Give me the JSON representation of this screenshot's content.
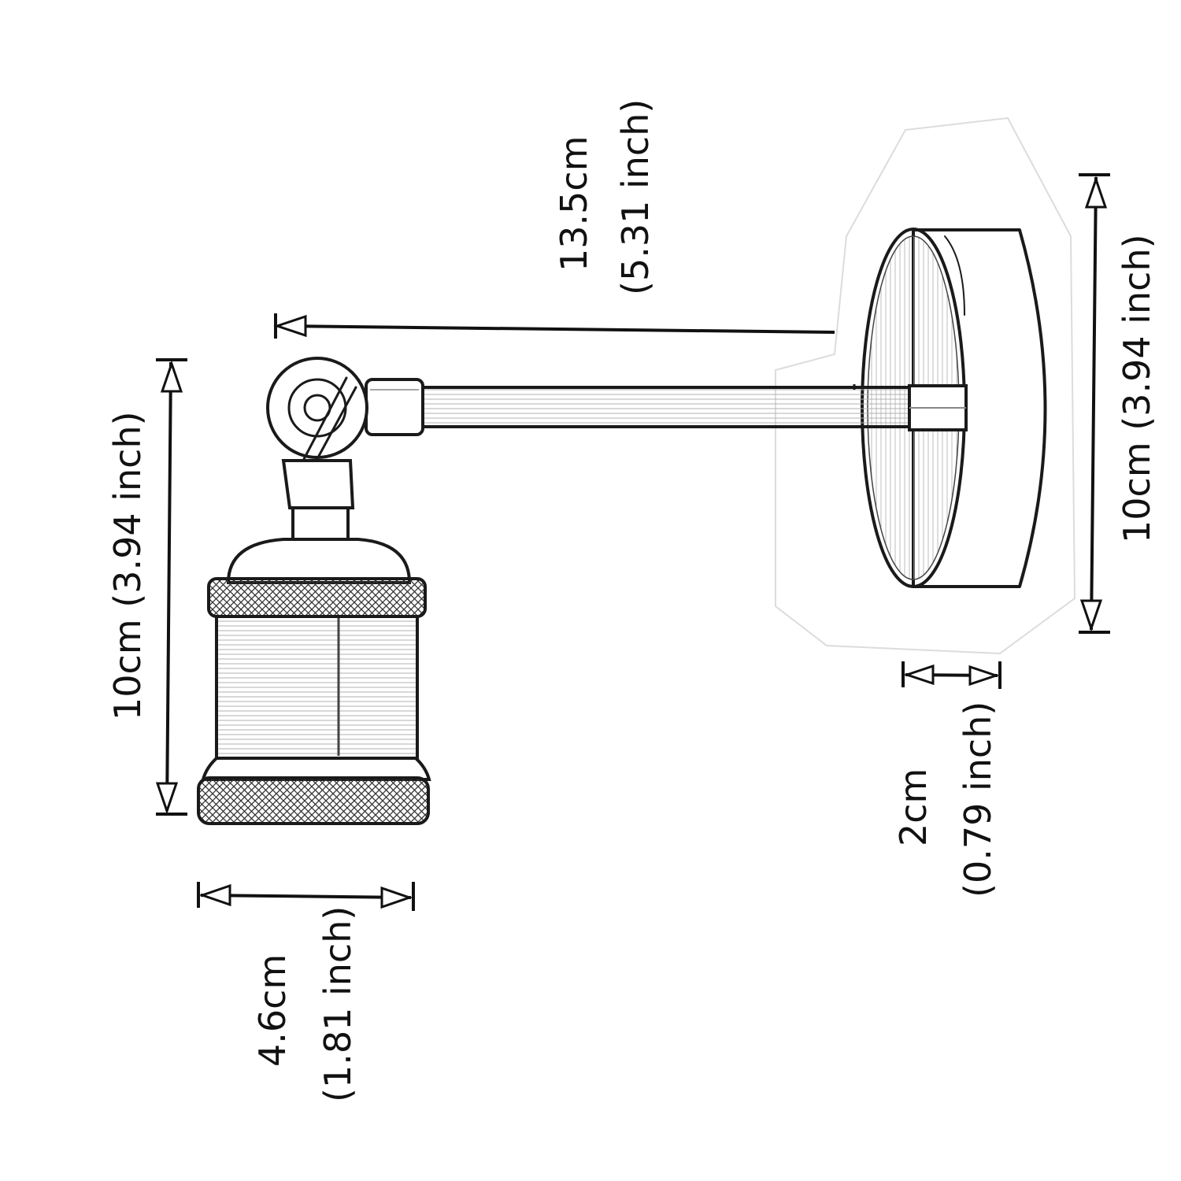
{
  "dimensions": {
    "arm_length": {
      "metric": "13.5cm",
      "imperial": "(5.31 inch)"
    },
    "holder_height": {
      "label": "10cm (3.94 inch)"
    },
    "holder_width": {
      "metric": "4.6cm",
      "imperial": "(1.81 inch)"
    },
    "base_depth": {
      "metric": "2cm",
      "imperial": "(0.79 inch)"
    },
    "base_diameter": {
      "label": "10cm (3.94 inch)"
    }
  },
  "style": {
    "ink": "#1a1a1a",
    "background": "#ffffff"
  },
  "parts": [
    "lamp-holder-socket",
    "swivel-joint",
    "arm-rod",
    "wall-plate"
  ]
}
